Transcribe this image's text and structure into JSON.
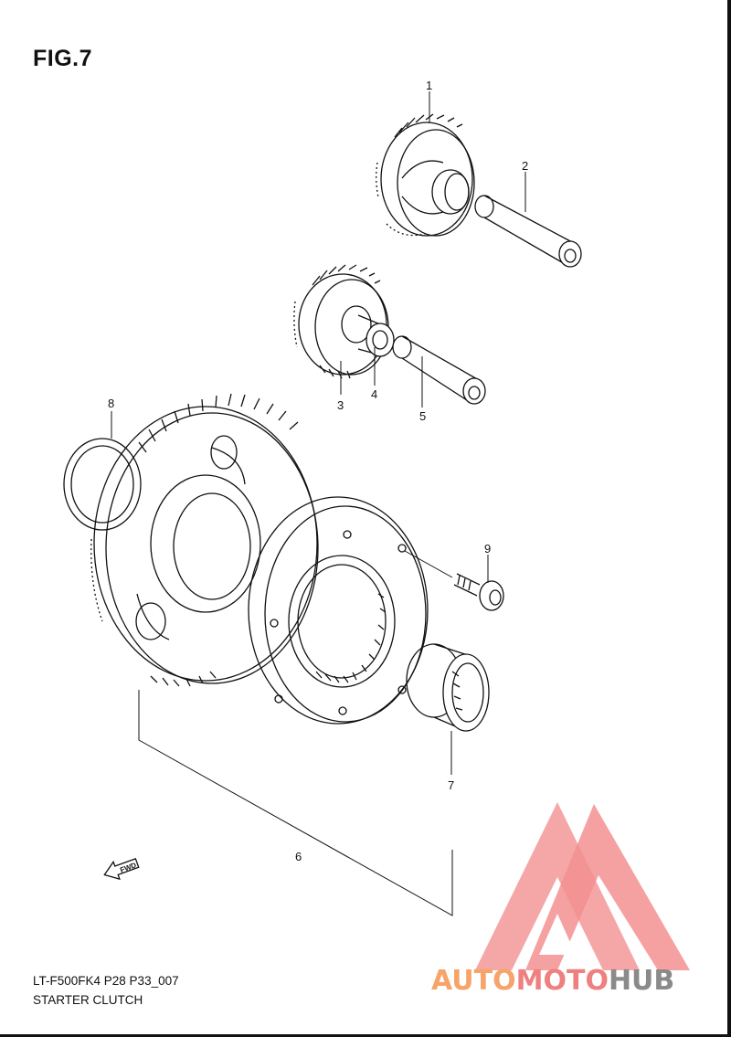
{
  "figure": {
    "title": "FIG.7",
    "code": "LT-F500FK4 P28 P33_007",
    "name": "STARTER CLUTCH"
  },
  "callouts": {
    "p1": "1",
    "p2": "2",
    "p3": "3",
    "p4": "4",
    "p5": "5",
    "p6": "6",
    "p7": "7",
    "p8": "8",
    "p9": "9"
  },
  "badge": {
    "fwd": "FWD"
  },
  "watermark": {
    "part1": "AUTO",
    "part2": "MOTO",
    "part3": "HUB",
    "colors": {
      "orange": "#f6a46a",
      "red": "#f08080",
      "gray": "#8a8a8a",
      "triangle": "#f28b8b"
    }
  }
}
